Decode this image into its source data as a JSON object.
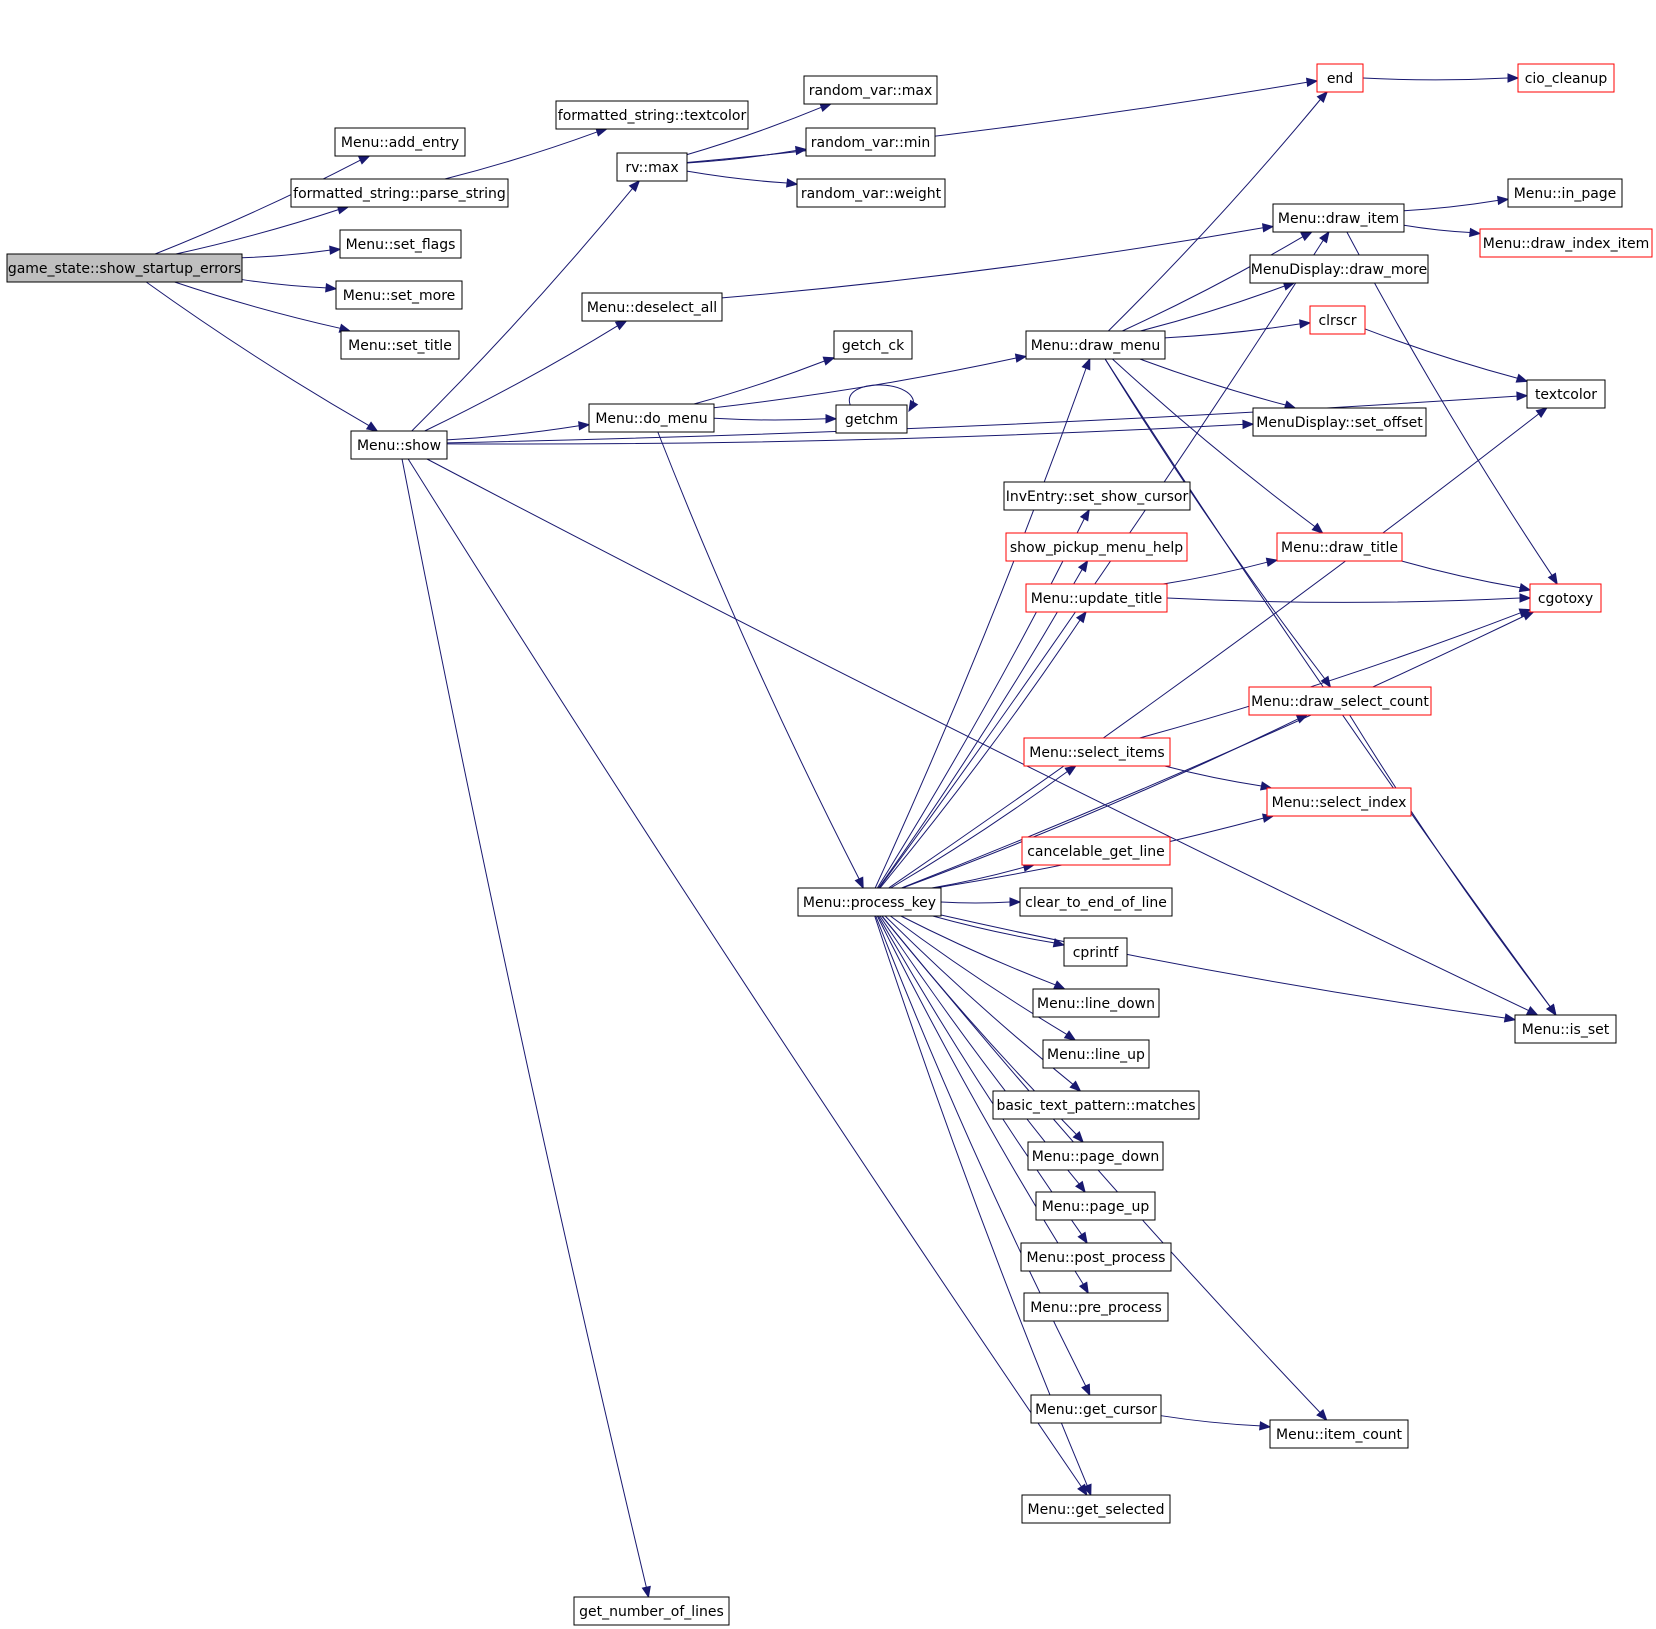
{
  "colors": {
    "edge": "#191970",
    "node_border": "#000000",
    "node_border_truncated": "#ff0000",
    "root_fill": "#bfbfbf"
  },
  "nodes": {
    "show_startup_errors": "game_state::show_startup_errors",
    "add_entry": "Menu::add_entry",
    "parse_string": "formatted_string::parse_string",
    "set_flags": "Menu::set_flags",
    "set_more": "Menu::set_more",
    "set_title": "Menu::set_title",
    "show": "Menu::show",
    "fs_textcolor": "formatted_string::textcolor",
    "rv_max": "rv::max",
    "deselect_all": "Menu::deselect_all",
    "do_menu": "Menu::do_menu",
    "random_var_max": "random_var::max",
    "random_var_min": "random_var::min",
    "random_var_weight": "random_var::weight",
    "end": "end",
    "cio_cleanup": "cio_cleanup",
    "getch_ck": "getch_ck",
    "getchm": "getchm",
    "draw_menu": "Menu::draw_menu",
    "draw_item": "Menu::draw_item",
    "in_page": "Menu::in_page",
    "draw_index_item": "Menu::draw_index_item",
    "draw_more": "MenuDisplay::draw_more",
    "clrscr": "clrscr",
    "textcolor": "textcolor",
    "set_offset": "MenuDisplay::set_offset",
    "set_show_cursor": "InvEntry::set_show_cursor",
    "show_pickup_menu_help": "show_pickup_menu_help",
    "draw_title": "Menu::draw_title",
    "update_title": "Menu::update_title",
    "cgotoxy": "cgotoxy",
    "draw_select_count": "Menu::draw_select_count",
    "select_items": "Menu::select_items",
    "select_index": "Menu::select_index",
    "cancelable_get_line": "cancelable_get_line",
    "process_key": "Menu::process_key",
    "clear_to_end_of_line": "clear_to_end_of_line",
    "cprintf": "cprintf",
    "line_down": "Menu::line_down",
    "is_set": "Menu::is_set",
    "line_up": "Menu::line_up",
    "matches": "basic_text_pattern::matches",
    "page_down": "Menu::page_down",
    "page_up": "Menu::page_up",
    "post_process": "Menu::post_process",
    "pre_process": "Menu::pre_process",
    "get_cursor": "Menu::get_cursor",
    "item_count": "Menu::item_count",
    "get_selected": "Menu::get_selected",
    "get_number_of_lines": "get_number_of_lines"
  },
  "edges": [
    [
      "show_startup_errors",
      "add_entry"
    ],
    [
      "show_startup_errors",
      "parse_string"
    ],
    [
      "show_startup_errors",
      "set_flags"
    ],
    [
      "show_startup_errors",
      "set_more"
    ],
    [
      "show_startup_errors",
      "set_title"
    ],
    [
      "show_startup_errors",
      "show"
    ],
    [
      "parse_string",
      "fs_textcolor"
    ],
    [
      "show",
      "rv_max"
    ],
    [
      "show",
      "deselect_all"
    ],
    [
      "show",
      "do_menu"
    ],
    [
      "show",
      "set_offset"
    ],
    [
      "show",
      "textcolor"
    ],
    [
      "show",
      "get_selected"
    ],
    [
      "show",
      "is_set"
    ],
    [
      "show",
      "get_number_of_lines"
    ],
    [
      "rv_max",
      "random_var_max"
    ],
    [
      "rv_max",
      "random_var_min"
    ],
    [
      "rv_max",
      "random_var_weight"
    ],
    [
      "rv_max",
      "end"
    ],
    [
      "end",
      "cio_cleanup"
    ],
    [
      "deselect_all",
      "draw_item"
    ],
    [
      "do_menu",
      "draw_menu"
    ],
    [
      "do_menu",
      "getch_ck"
    ],
    [
      "do_menu",
      "getchm"
    ],
    [
      "do_menu",
      "process_key"
    ],
    [
      "getchm",
      "getchm"
    ],
    [
      "draw_menu",
      "end"
    ],
    [
      "draw_menu",
      "draw_item"
    ],
    [
      "draw_menu",
      "draw_more"
    ],
    [
      "draw_menu",
      "clrscr"
    ],
    [
      "draw_menu",
      "set_offset"
    ],
    [
      "draw_menu",
      "draw_title"
    ],
    [
      "draw_menu",
      "draw_select_count"
    ],
    [
      "draw_menu",
      "is_set"
    ],
    [
      "draw_item",
      "in_page"
    ],
    [
      "draw_item",
      "draw_index_item"
    ],
    [
      "draw_item",
      "cgotoxy"
    ],
    [
      "clrscr",
      "textcolor"
    ],
    [
      "draw_title",
      "cgotoxy"
    ],
    [
      "update_title",
      "draw_title"
    ],
    [
      "update_title",
      "cgotoxy"
    ],
    [
      "draw_select_count",
      "is_set"
    ],
    [
      "select_items",
      "cgotoxy"
    ],
    [
      "select_items",
      "select_index"
    ],
    [
      "get_cursor",
      "item_count"
    ],
    [
      "process_key",
      "draw_item"
    ],
    [
      "process_key",
      "draw_menu"
    ],
    [
      "process_key",
      "textcolor"
    ],
    [
      "process_key",
      "set_show_cursor"
    ],
    [
      "process_key",
      "show_pickup_menu_help"
    ],
    [
      "process_key",
      "update_title"
    ],
    [
      "process_key",
      "cgotoxy"
    ],
    [
      "process_key",
      "draw_select_count"
    ],
    [
      "process_key",
      "select_items"
    ],
    [
      "process_key",
      "select_index"
    ],
    [
      "process_key",
      "cancelable_get_line"
    ],
    [
      "process_key",
      "clear_to_end_of_line"
    ],
    [
      "process_key",
      "cprintf"
    ],
    [
      "process_key",
      "line_down"
    ],
    [
      "process_key",
      "line_up"
    ],
    [
      "process_key",
      "matches"
    ],
    [
      "process_key",
      "page_down"
    ],
    [
      "process_key",
      "page_up"
    ],
    [
      "process_key",
      "post_process"
    ],
    [
      "process_key",
      "pre_process"
    ],
    [
      "process_key",
      "is_set"
    ],
    [
      "process_key",
      "get_cursor"
    ],
    [
      "process_key",
      "item_count"
    ],
    [
      "process_key",
      "get_selected"
    ]
  ]
}
